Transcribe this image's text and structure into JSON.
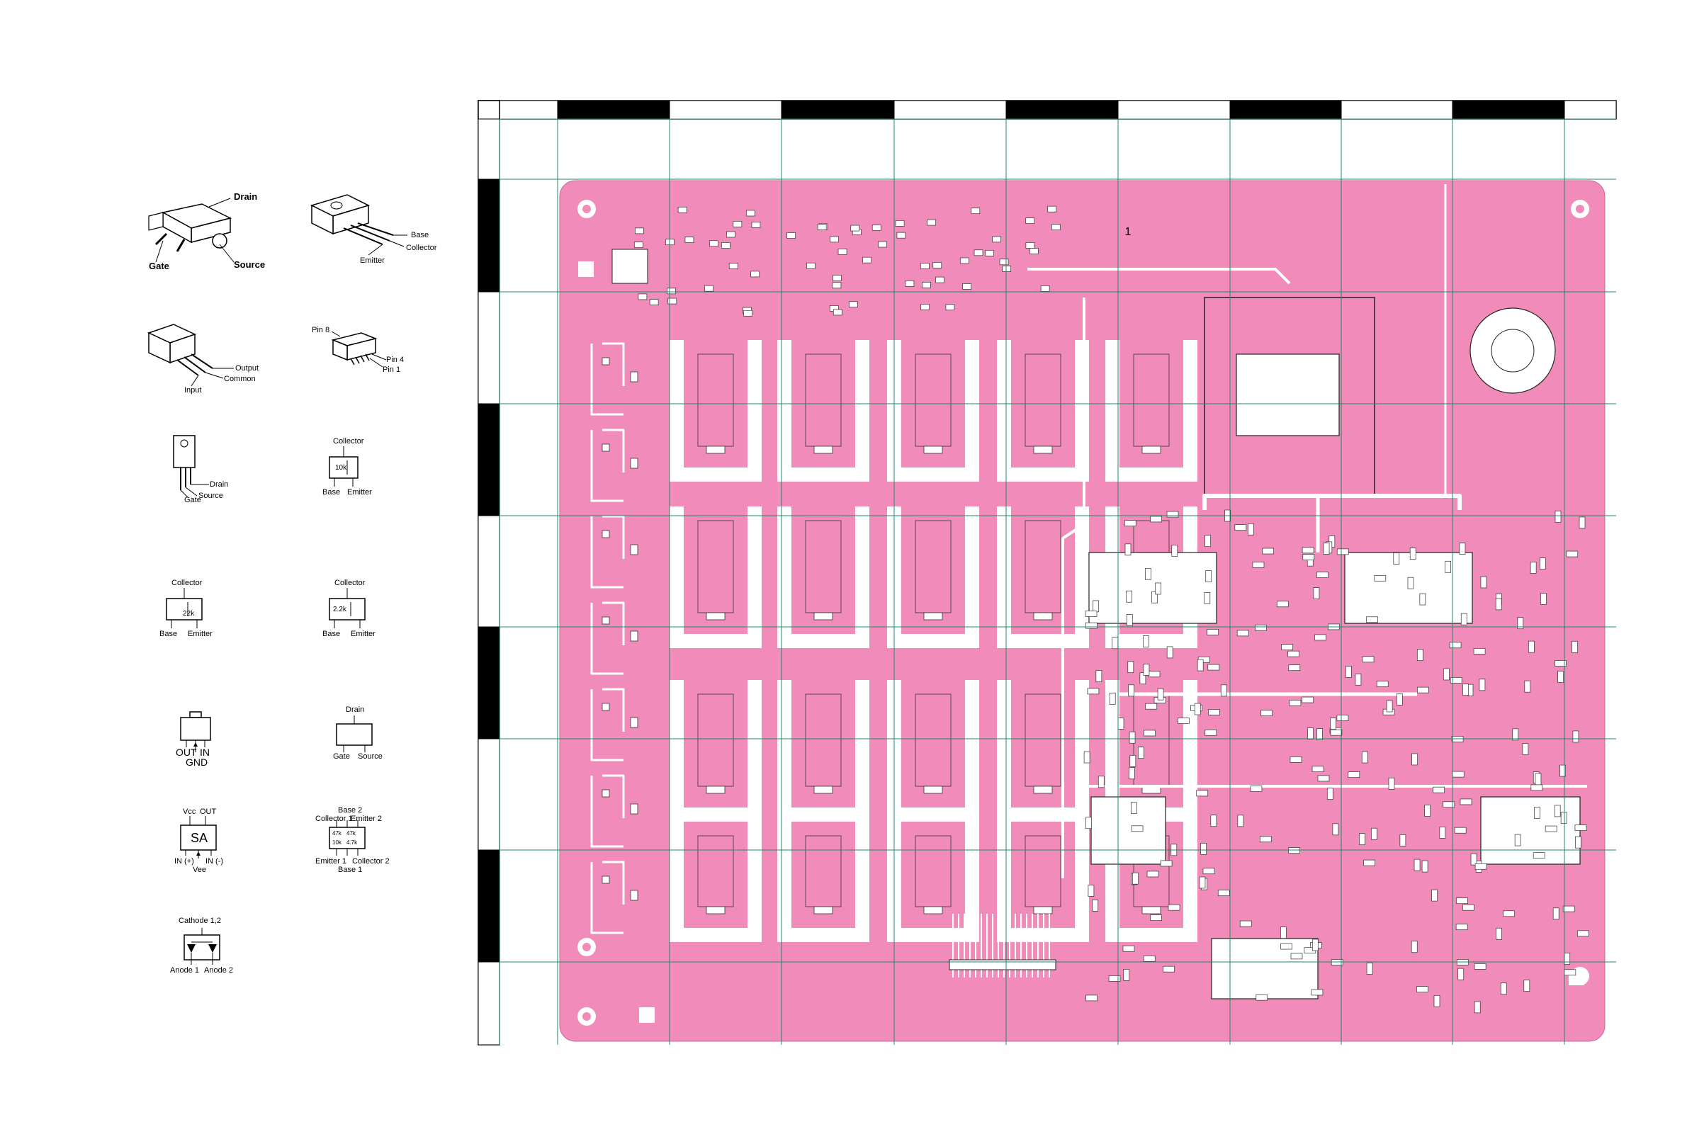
{
  "colors": {
    "board": "#f08bba",
    "trace": "#ffffff",
    "grid": "#1f8a6a",
    "ruler_dark": "#000000",
    "ruler_light": "#ffffff",
    "outline": "#222222"
  },
  "legend": {
    "mosfet_dpak": {
      "drain": "Drain",
      "gate": "Gate",
      "source": "Source"
    },
    "transistor_to220": {
      "base": "Base",
      "collector": "Collector",
      "emitter": "Emitter"
    },
    "regulator_to220": {
      "output": "Output",
      "common": "Common",
      "input": "Input"
    },
    "ic_sip": {
      "pin8": "Pin 8",
      "pin4": "Pin 4",
      "pin1": "Pin 1"
    },
    "mosfet_to220": {
      "drain": "Drain",
      "gate": "Gate",
      "source": "Source"
    },
    "digital_tr_10k": {
      "collector": "Collector",
      "value": "10k",
      "base": "Base",
      "emitter": "Emitter"
    },
    "digital_tr_22k": {
      "collector": "Collector",
      "value": "22k",
      "base": "Base",
      "emitter": "Emitter"
    },
    "digital_tr_2k2": {
      "collector": "Collector",
      "value": "2.2k",
      "base": "Base",
      "emitter": "Emitter"
    },
    "regulator_sot89": {
      "out": "OUT",
      "in": "IN",
      "gnd": "GND"
    },
    "fet_sot23": {
      "drain": "Drain",
      "gate": "Gate",
      "source": "Source"
    },
    "opamp_sa": {
      "vcc": "Vcc",
      "out": "OUT",
      "mark": "SA",
      "in_plus": "IN (+)",
      "in_minus": "IN (-)",
      "vee": "Vee"
    },
    "dual_tr": {
      "base2": "Base 2",
      "collector1": "Collector 1",
      "emitter2": "Emitter 2",
      "r1": "47k",
      "r2": "47k",
      "r3": "10k",
      "r4": "4.7k",
      "emitter1": "Emitter 1",
      "collector2": "Collector 2",
      "base1": "Base 1"
    },
    "dual_diode": {
      "cathode": "Cathode 1,2",
      "anode1": "Anode 1",
      "anode2": "Anode 2"
    }
  },
  "board": {
    "marker": "1"
  }
}
